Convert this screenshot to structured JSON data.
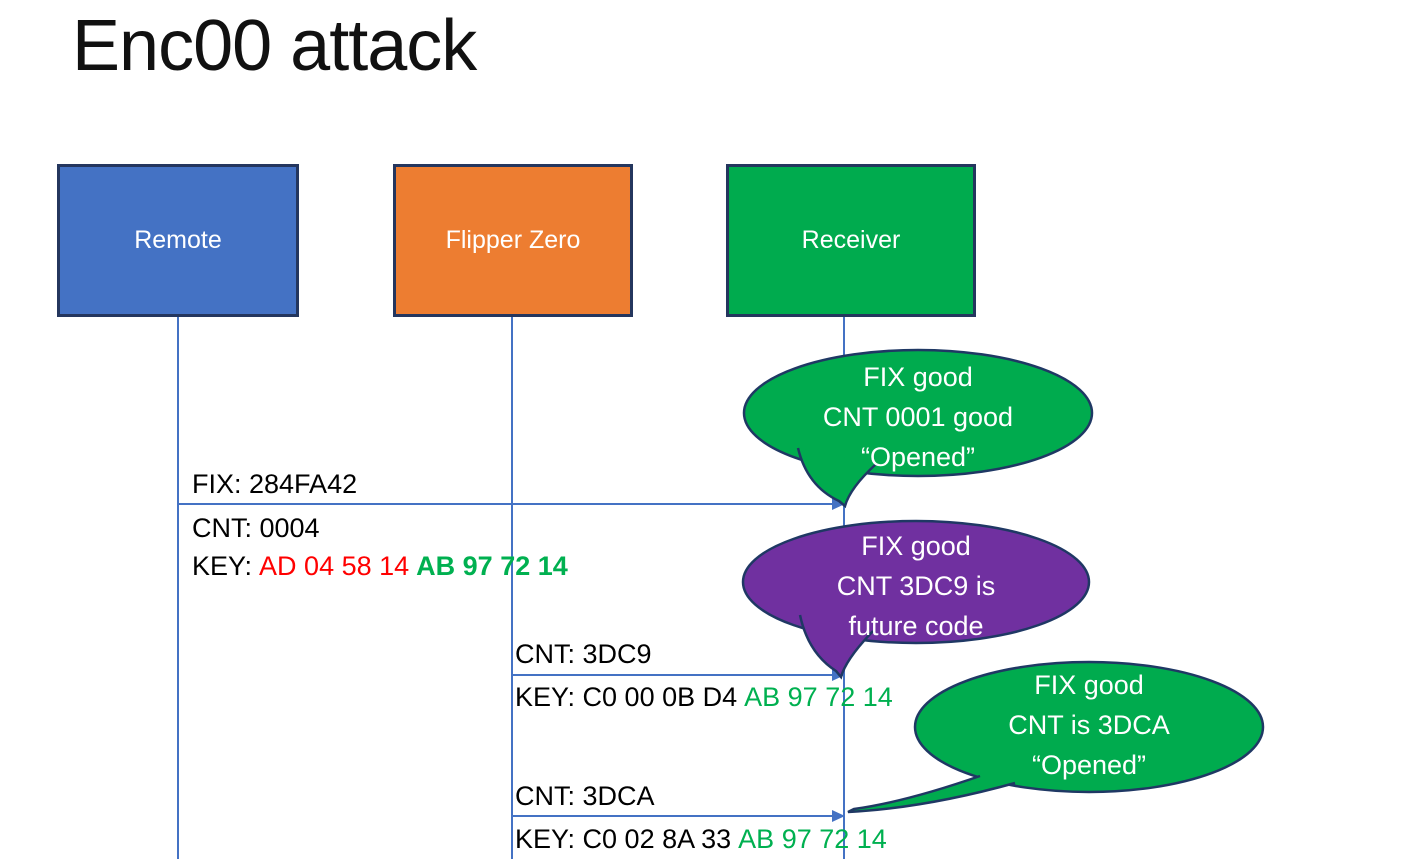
{
  "slide": {
    "title": "Enc00 attack"
  },
  "actors": [
    {
      "label": "Remote",
      "color": "#4472C4"
    },
    {
      "label": "Flipper Zero",
      "color": "#ED7D31"
    },
    {
      "label": "Receiver",
      "color": "#00AB4E"
    }
  ],
  "messages": [
    {
      "fix": "FIX: 284FA42",
      "cnt": "CNT: 0004",
      "key_prefix": "KEY:",
      "key_red": "AD 04 58 14",
      "key_green": "AB 97 72 14"
    },
    {
      "cnt": "CNT: 3DC9",
      "key_prefix": "KEY: C0 00 0B D4",
      "key_green": "AB 97 72 14"
    },
    {
      "cnt": "CNT: 3DCA",
      "key_prefix": "KEY: C0 02 8A 33",
      "key_green": "AB 97 72 14"
    }
  ],
  "callouts": [
    {
      "color": "#00AB4E",
      "lines": [
        "FIX good",
        "CNT 0001 good",
        "“Opened”"
      ]
    },
    {
      "color": "#7030A0",
      "lines": [
        "FIX good",
        "CNT 3DC9 is",
        "future code"
      ]
    },
    {
      "color": "#00AB4E",
      "lines": [
        "FIX good",
        "CNT is 3DCA",
        "“Opened”"
      ]
    }
  ],
  "colors": {
    "key_red_text": "#FF0000",
    "key_green_text": "#00B050",
    "connector_blue": "#4472C4",
    "outline_navy": "#1F3864",
    "box_border_navy": "#24365E"
  }
}
